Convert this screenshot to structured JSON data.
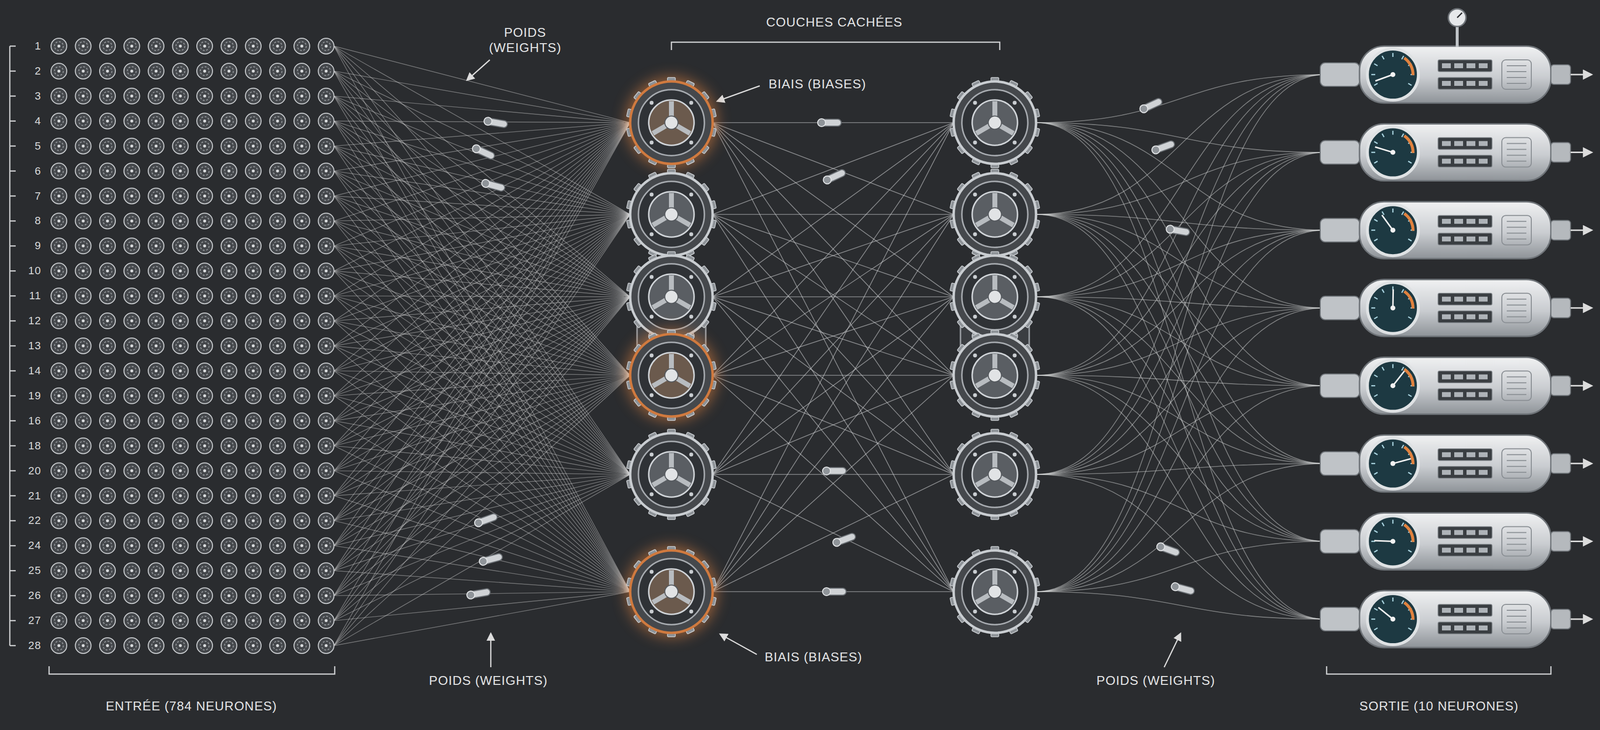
{
  "diagram": {
    "labels": [
      "1",
      "2",
      "3",
      "4",
      "5",
      "6",
      "7",
      "8",
      "9",
      "10",
      "11",
      "12",
      "13",
      "14",
      "19",
      "16",
      "18",
      "20",
      "21",
      "22",
      "24",
      "25",
      "26",
      "27",
      "28",
      "POIDS (WEIGHTS)",
      "COUCHES CACHÉES",
      "BIAIS (BIASES)",
      "BIAIS (BIASES)",
      "POIDS (WEIGHTS)",
      "POIDS (WEIGHTS)",
      "ENTRÉE (784 NEURONES)",
      "SORTIE (10 NEURONES)"
    ]
  }
}
